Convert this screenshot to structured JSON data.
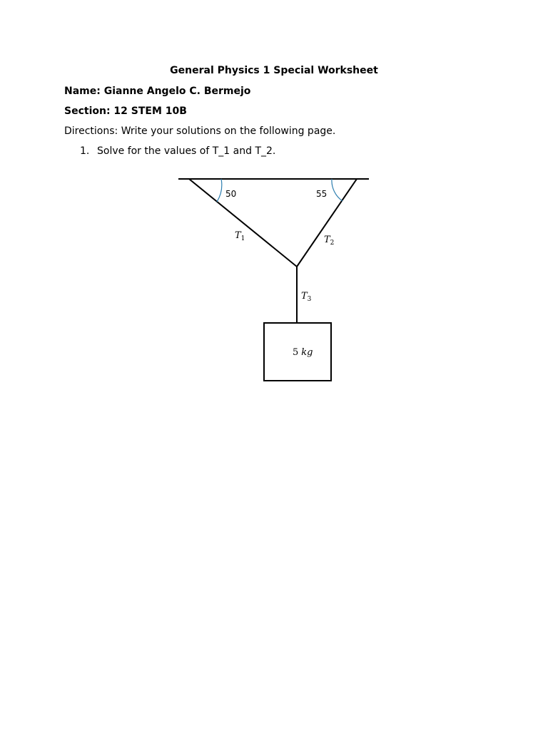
{
  "document": {
    "title": "General Physics 1 Special Worksheet",
    "name_line": "Name: Gianne Angelo C. Bermejo",
    "section_line": "Section: 12 STEM 10B",
    "directions": "Directions: Write your solutions on the following page.",
    "items": [
      {
        "number": "1.",
        "text": "Solve for the values of T_1 and T_2."
      }
    ]
  },
  "diagram": {
    "angle_left": "50",
    "angle_right": "55",
    "t1_main": "T",
    "t1_sub": "1",
    "t2_main": "T",
    "t2_sub": "2",
    "t3_main": "T",
    "t3_sub": "3",
    "mass_value": "5",
    "mass_unit": "kg",
    "arc_color": "#2e7fb0"
  }
}
